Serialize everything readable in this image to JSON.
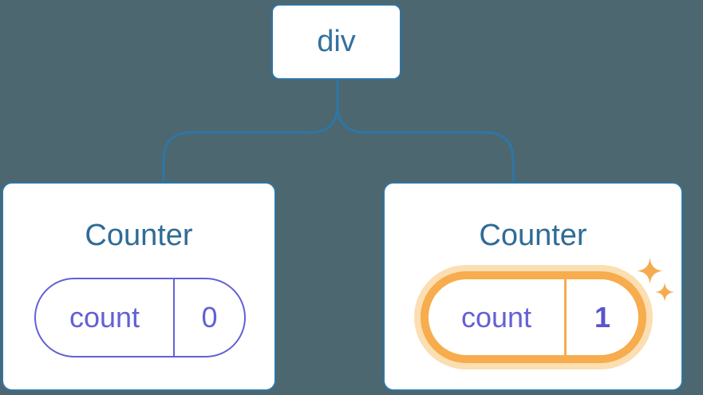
{
  "colors": {
    "background": "#4C6770",
    "line_blue": "#2E76A6",
    "label_blue": "#2E6C96",
    "state_purple": "#6360D6",
    "highlight_orange": "#F7AC4D",
    "highlight_glow": "#FBDEB2",
    "card_background": "#FFFFFF"
  },
  "tree": {
    "root": {
      "label": "div"
    },
    "children": [
      {
        "title": "Counter",
        "state_key": "count",
        "state_value": "0",
        "highlighted": false
      },
      {
        "title": "Counter",
        "state_key": "count",
        "state_value": "1",
        "highlighted": true
      }
    ]
  },
  "icons": {
    "sparkle_large": "sparkle-icon",
    "sparkle_small": "sparkle-icon"
  }
}
